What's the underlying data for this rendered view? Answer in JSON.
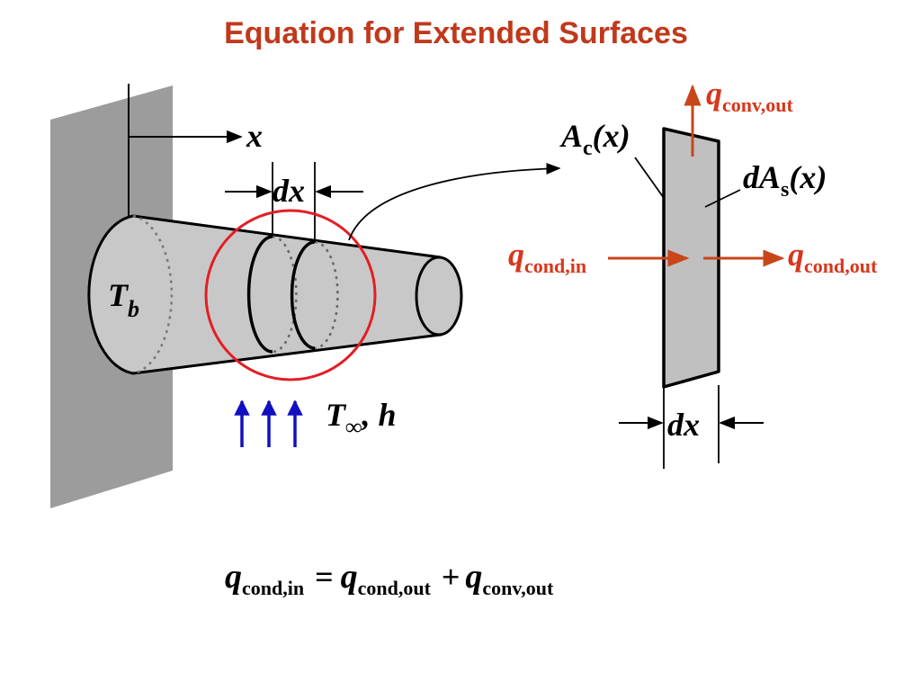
{
  "slide": {
    "title": "Equation for Extended Surfaces"
  },
  "colors": {
    "title": "#c0391b",
    "accent_red": "#d8361c",
    "flow_red": "#c8461a",
    "circle_red": "#e31e24",
    "arrow_blue": "#1010c0",
    "wall": "#9c9c9c",
    "fin": "#c8c8c8",
    "stroke": "#000000"
  },
  "fin_diagram": {
    "axis_label": "x",
    "differential_label": "dx",
    "base_temp_symbol": "T",
    "base_temp_subscript": "b",
    "ambient_symbol": "T",
    "ambient_subscript": "∞",
    "ambient_rest": ", h",
    "arrow_icon": "up-arrow-icon"
  },
  "element_diagram": {
    "area_symbol": "A",
    "area_sub": "c",
    "area_arg": "(x)",
    "surface_symbol": "dA",
    "surface_sub": "s",
    "surface_arg": "(x)",
    "conv_out_q": "q",
    "conv_out_sub": "conv,out",
    "cond_in_q": "q",
    "cond_in_sub": "cond,in",
    "cond_out_q": "q",
    "cond_out_sub": "cond,out",
    "width_label": "dx"
  },
  "equation": {
    "lhs_q": "q",
    "lhs_sub": "cond,in",
    "equals": "=",
    "t1_q": "q",
    "t1_sub": "cond,out",
    "plus": "+",
    "t2_q": "q",
    "t2_sub": "conv,out"
  }
}
